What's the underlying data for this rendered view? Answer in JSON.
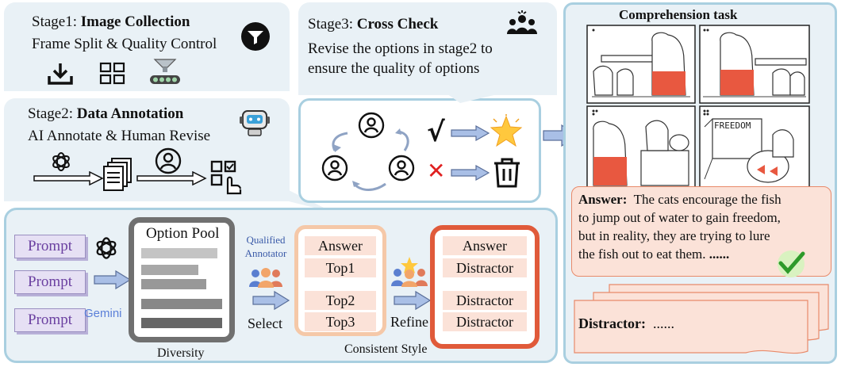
{
  "stage1": {
    "prefix": "Stage1: ",
    "title": "Image Collection",
    "subtitle": "Frame Split & Quality Control",
    "icons": [
      "download-icon",
      "grid-icon",
      "conveyor-icon",
      "filter-badge-icon"
    ]
  },
  "stage2": {
    "prefix": "Stage2: ",
    "title": "Data Annotation",
    "subtitle": "AI Annotate & Human Revise",
    "icons": [
      "robot-icon",
      "openai-icon",
      "documents-icon",
      "person-icon",
      "select-grid-icon"
    ]
  },
  "stage3": {
    "prefix": "Stage3: ",
    "title": "Cross Check",
    "line1": "Revise the options in stage2 to",
    "line2": "ensure the quality of options",
    "check_mark": "√",
    "cross_mark": "✕",
    "icons": [
      "team-icon",
      "cycle-arrows-icon",
      "star-icon",
      "trash-icon"
    ]
  },
  "pipeline": {
    "prompts": [
      "Prompt",
      "Prompt",
      "Prompt"
    ],
    "gemini_label": "Gemini",
    "option_pool_title": "Option Pool",
    "diversity_label": "Diversity",
    "qualified_line1": "Qualified",
    "qualified_line2": "Annotator",
    "select_label": "Select",
    "middle_items": [
      "Answer",
      "Top1",
      "Top2",
      "Top3"
    ],
    "refine_label": "Refine",
    "right_items": [
      "Answer",
      "Distractor",
      "Distractor",
      "Distractor"
    ],
    "consistent_style_label": "Consistent Style"
  },
  "comprehension": {
    "title": "Comprehension task",
    "comic_sign": "FREEDOM",
    "answer_label": "Answer:",
    "answer_lines": [
      "The cats encourage the fish",
      "to jump out of  water to gain freedom,",
      "but in reality, they are trying to lure",
      "the fish out to eat them."
    ],
    "answer_ellipsis": "......",
    "distractor_label": "Distractor:",
    "distractor_text": "......"
  },
  "colors": {
    "panel_bg": "#e9f1f6",
    "panel_border": "#a9cfe0",
    "arrow_fill": "#a9bfe6",
    "accent_red": "#e05a3a",
    "pill_bg": "#fbe2d8",
    "prompt_bg": "#e6e0f4"
  }
}
